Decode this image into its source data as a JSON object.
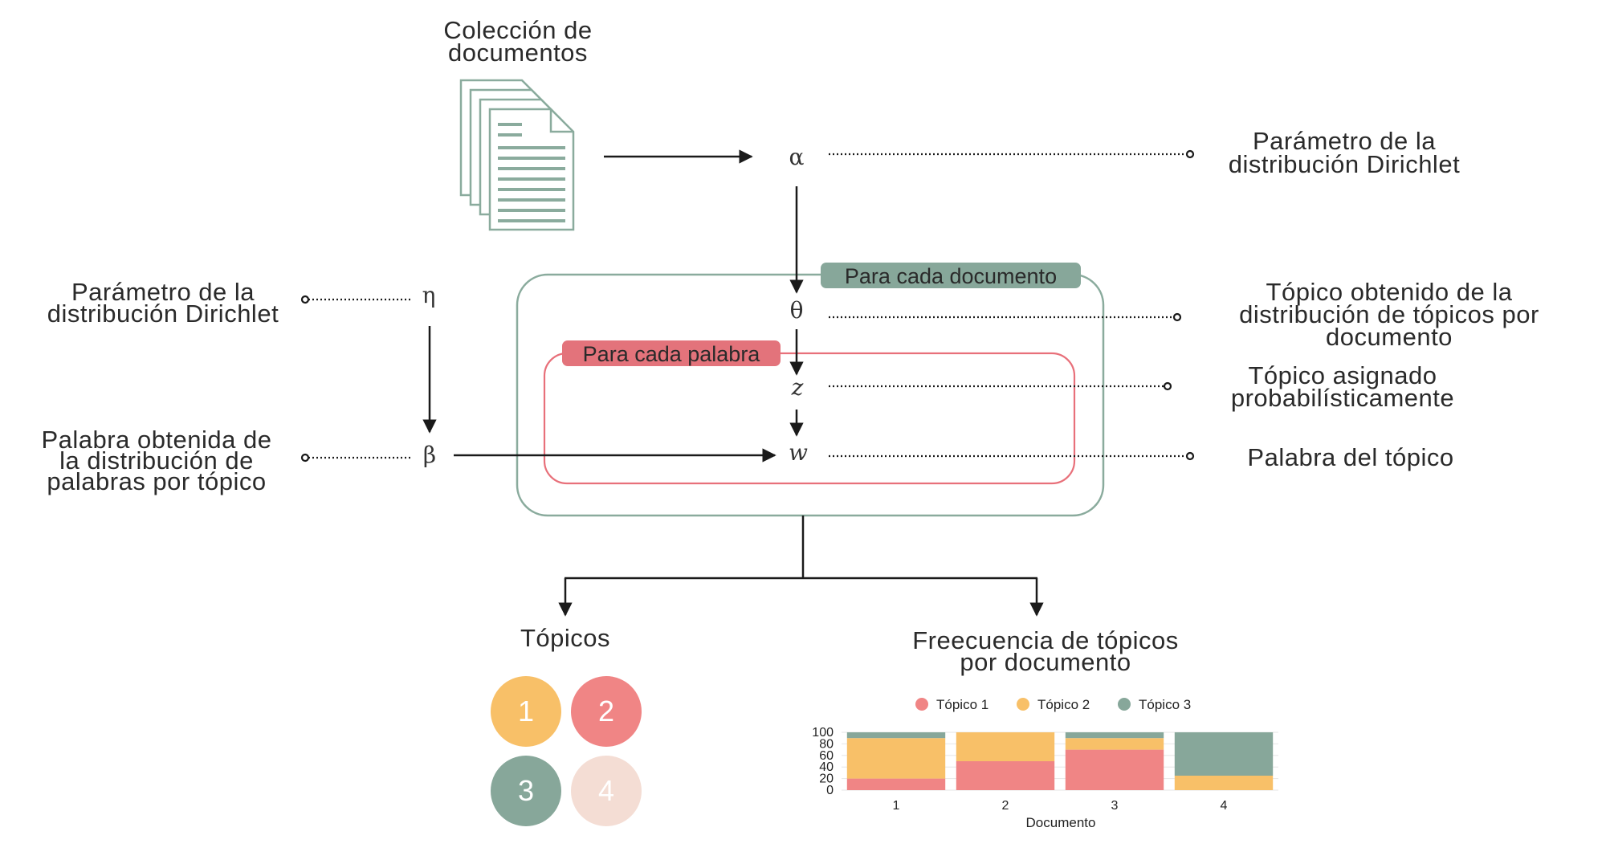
{
  "colors": {
    "red": "#f08585",
    "yellow": "#f8c068",
    "green": "#87a79a",
    "pink": "#f4ddd4",
    "outer_border": "#8aab9d",
    "inner_border": "#e8707a",
    "doc_stroke": "#8aab9d"
  },
  "labels": {
    "collection": [
      "Colección de",
      "documentos"
    ],
    "alpha_desc": [
      "Parámetro de la",
      "distribución Dirichlet"
    ],
    "eta_desc": [
      "Parámetro de la",
      "distribución Dirichlet"
    ],
    "theta_desc": [
      "Tópico obtenido de la",
      "distribución de tópicos por",
      "documento"
    ],
    "z_desc": [
      "Tópico asignado",
      "probabilísticamente"
    ],
    "beta_desc": [
      "Palabra obtenida de",
      "la distribución de",
      "palabras por tópico"
    ],
    "w_desc": "Palabra del tópico",
    "topics_title": "Tópicos",
    "freq_title": [
      "Freecuencia de tópicos",
      "por documento"
    ]
  },
  "symbols": {
    "alpha": "α",
    "eta": "η",
    "theta": "θ",
    "z": "z",
    "w": "w",
    "beta": "β"
  },
  "plates": {
    "document": "Para cada documento",
    "word": "Para cada palabra"
  },
  "topic_circles": [
    {
      "label": "1",
      "color": "#f8c068"
    },
    {
      "label": "2",
      "color": "#f08585"
    },
    {
      "label": "3",
      "color": "#87a79a"
    },
    {
      "label": "4",
      "color": "#f4ddd4"
    }
  ],
  "chart_data": {
    "type": "bar",
    "stacked": true,
    "title": "",
    "xlabel": "Documento",
    "ylabel": "",
    "categories": [
      "1",
      "2",
      "3",
      "4"
    ],
    "ylim": [
      0,
      100
    ],
    "yticks": [
      0,
      20,
      40,
      60,
      80,
      100
    ],
    "grid": true,
    "legend_position": "top",
    "series": [
      {
        "name": "Tópico 1",
        "color": "#f08585",
        "values": [
          20,
          50,
          70,
          0
        ]
      },
      {
        "name": "Tópico 2",
        "color": "#f8c068",
        "values": [
          70,
          50,
          20,
          25
        ]
      },
      {
        "name": "Tópico 3",
        "color": "#87a79a",
        "values": [
          10,
          0,
          10,
          75
        ]
      }
    ]
  }
}
